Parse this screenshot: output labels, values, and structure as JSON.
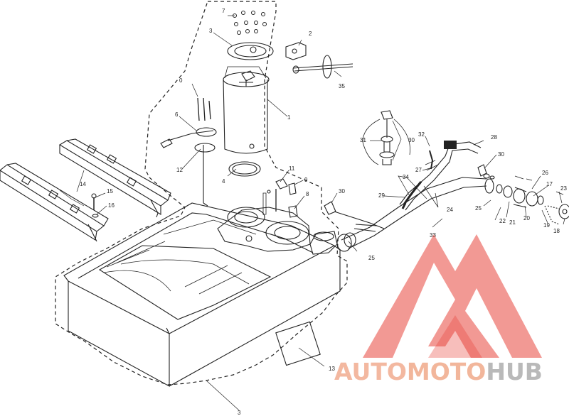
{
  "parts": [
    {
      "id": "p1",
      "text": "1"
    },
    {
      "id": "p2",
      "text": "2"
    },
    {
      "id": "p3",
      "text": "3"
    },
    {
      "id": "p3b",
      "text": "3"
    },
    {
      "id": "p4",
      "text": "4"
    },
    {
      "id": "p6",
      "text": "6"
    },
    {
      "id": "p7",
      "text": "7"
    },
    {
      "id": "p8",
      "text": "8"
    },
    {
      "id": "p9",
      "text": "9"
    },
    {
      "id": "p10",
      "text": "0"
    },
    {
      "id": "p11",
      "text": "11"
    },
    {
      "id": "p12",
      "text": "12"
    },
    {
      "id": "p13",
      "text": "13"
    },
    {
      "id": "p14",
      "text": "14"
    },
    {
      "id": "p15",
      "text": "15"
    },
    {
      "id": "p16",
      "text": "16"
    },
    {
      "id": "p17",
      "text": "17"
    },
    {
      "id": "p18",
      "text": "18"
    },
    {
      "id": "p19",
      "text": "19"
    },
    {
      "id": "p20",
      "text": "20"
    },
    {
      "id": "p21",
      "text": "21"
    },
    {
      "id": "p22",
      "text": "22"
    },
    {
      "id": "p23",
      "text": "23"
    },
    {
      "id": "p24",
      "text": "24"
    },
    {
      "id": "p25a",
      "text": "25"
    },
    {
      "id": "p25b",
      "text": "25"
    },
    {
      "id": "p26",
      "text": "26"
    },
    {
      "id": "p27",
      "text": "27"
    },
    {
      "id": "p28",
      "text": "28"
    },
    {
      "id": "p29",
      "text": "29"
    },
    {
      "id": "p30a",
      "text": "30"
    },
    {
      "id": "p30b",
      "text": "30"
    },
    {
      "id": "p30c",
      "text": "30"
    },
    {
      "id": "p31",
      "text": "31"
    },
    {
      "id": "p32",
      "text": "32"
    },
    {
      "id": "p33",
      "text": "33"
    },
    {
      "id": "p34",
      "text": "34"
    },
    {
      "id": "p35",
      "text": "35"
    }
  ],
  "watermark": {
    "part1": "AUTO",
    "part2": "MOTO",
    "part3": "HUB",
    "color_primary": "#e8453c",
    "color_secondary": "#8a8a8a"
  }
}
